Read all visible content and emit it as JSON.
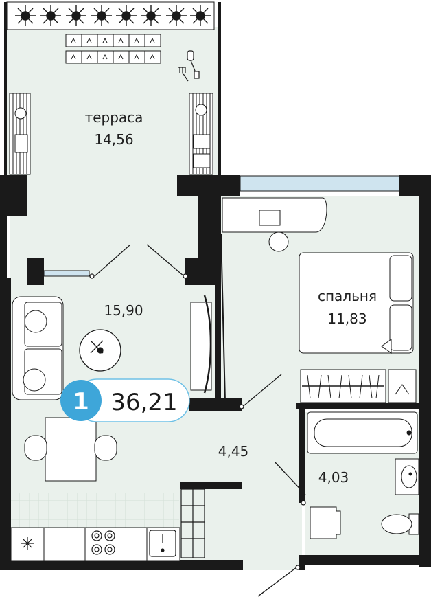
{
  "plan": {
    "rooms": {
      "terrace": {
        "name": "терраса",
        "area": "14,56"
      },
      "living": {
        "area": "15,90"
      },
      "bedroom": {
        "name": "спальня",
        "area": "11,83"
      },
      "hall": {
        "area": "4,45"
      },
      "bathroom": {
        "area": "4,03"
      }
    },
    "badge": {
      "rooms": "1",
      "total_area": "36,21"
    },
    "colors": {
      "floor": "#eaf1ec",
      "wall": "#1a1a1a",
      "window": "#cfe4ef",
      "accent": "#3ea6d9",
      "furniture": "#ffffff",
      "line": "#2b2b2b",
      "tile_grid": "#d6e3d9"
    }
  }
}
